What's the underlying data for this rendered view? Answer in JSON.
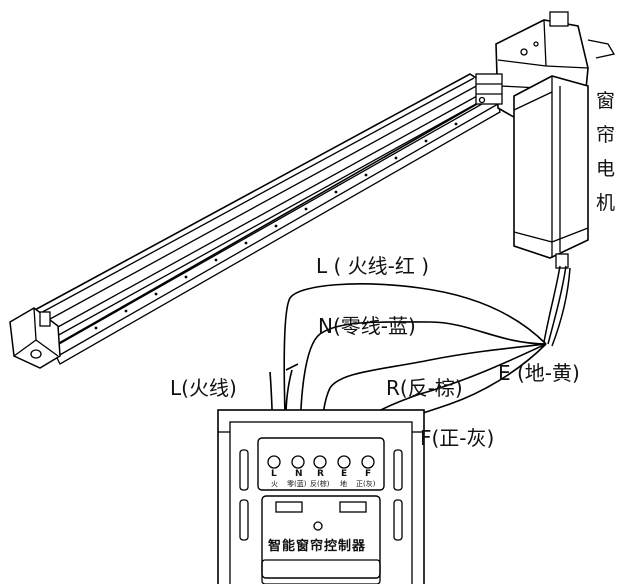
{
  "motor_label": [
    "窗",
    "帘",
    "电",
    "机"
  ],
  "wire_labels": {
    "live": "L ( 火线-红 )",
    "neutral": "N(零线-蓝)",
    "reverse": "R(反-棕)",
    "earth": "E (地-黄)",
    "forward": "F(正-灰)",
    "input_live": "L(火线)"
  },
  "terminals": [
    {
      "code": "L",
      "sub": "火"
    },
    {
      "code": "N",
      "sub": "零(蓝)"
    },
    {
      "code": "R",
      "sub": "反(棕)"
    },
    {
      "code": "E",
      "sub": "地"
    },
    {
      "code": "F",
      "sub": "正(灰)"
    }
  ],
  "controller_title": "智能窗帘控制器"
}
